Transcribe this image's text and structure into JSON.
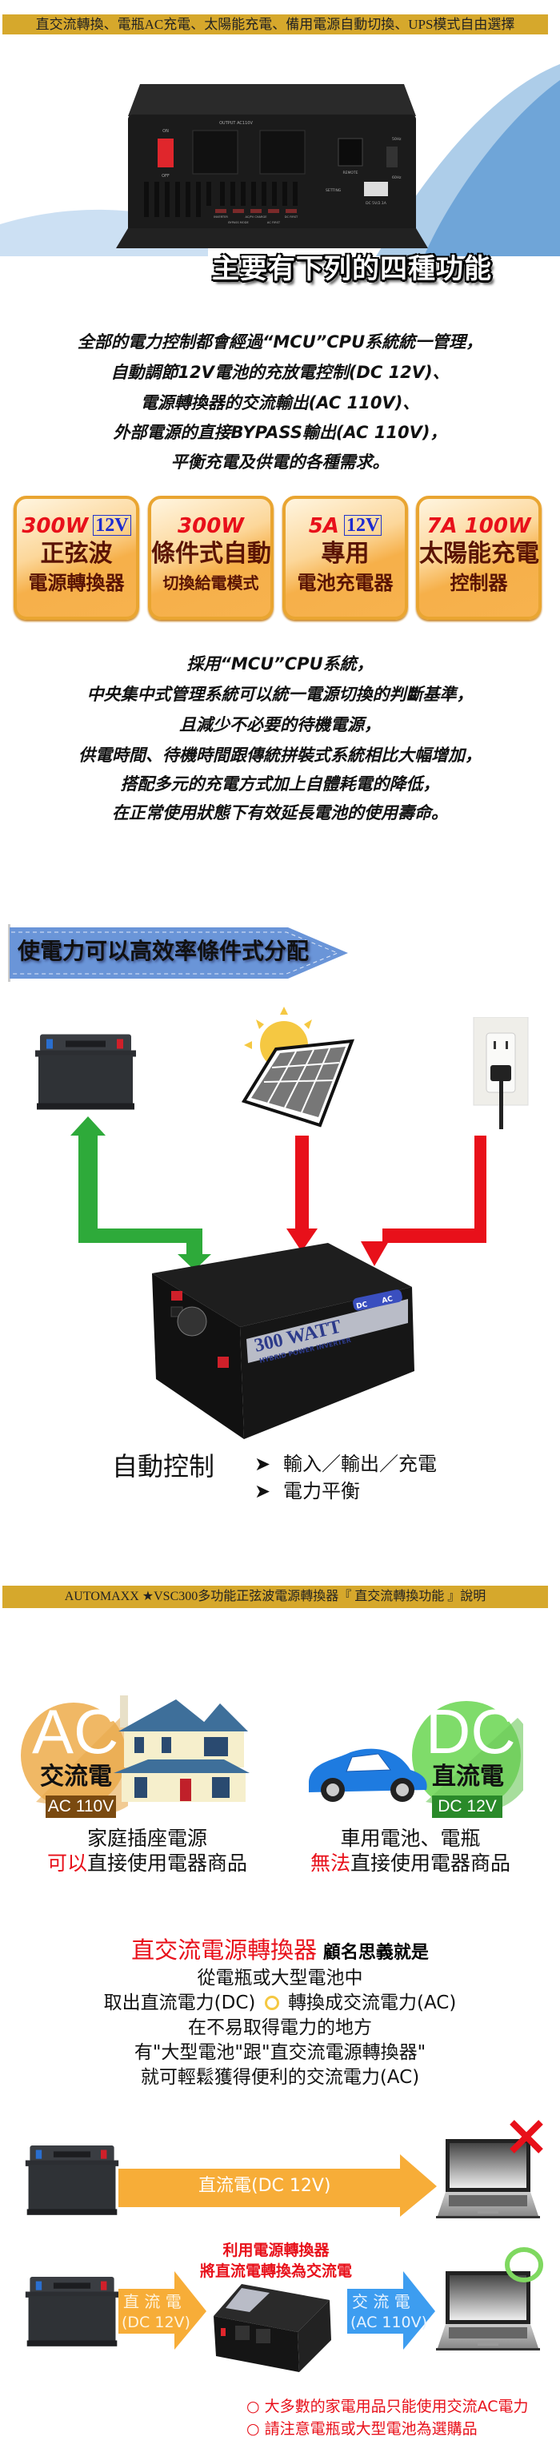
{
  "top_banner": "直交流轉換、電瓶AC充電、太陽能充電、備用電源自動切換、UPS模式自由選擇",
  "hero": {
    "title": "主要有下列的四種功能",
    "device_labels": {
      "output": "OUTPUT AC110V",
      "on": "ON",
      "off": "OFF",
      "remote": "REMOTE",
      "setting": "SETTING",
      "usb": "DC 5V/2.1A",
      "hz50": "50Hz",
      "hz60": "60Hz",
      "leds": [
        "INVERTER",
        "BYPASS MODE",
        "AC/PV CHARGE",
        "AC FIRST",
        "DC FIRST"
      ]
    }
  },
  "intro_lines": [
    "全部的電力控制都會經過“MCU”CPU系統統一管理，",
    "自動調節12V電池的充放電控制(DC 12V)、",
    "電源轉換器的交流輸出(AC 110V)、",
    "外部電源的直接BYPASS輸出(AC 110V)，",
    "平衡充電及供電的各種需求。"
  ],
  "feature_boxes": [
    {
      "spec": "300W",
      "volt": "12V",
      "line1": "正弦波",
      "line2": "電源轉換器"
    },
    {
      "spec": "300W",
      "volt": "",
      "line1": "條件式自動",
      "line2": "切換給電模式"
    },
    {
      "spec": "5A",
      "volt": "12V",
      "line1": "專用",
      "line2": "電池充電器"
    },
    {
      "spec": "7A 100W",
      "volt": "",
      "line1": "太陽能充電",
      "line2": "控制器"
    }
  ],
  "mcu_lines": [
    "採用“MCU”CPU系統，",
    "中央集中式管理系統可以統一電源切換的判斷基準，",
    "且減少不必要的待機電源，",
    "供電時間、待機時間跟傳統拼裝式系統相比大幅增加，",
    "搭配多元的充電方式加上自體耗電的降低，",
    "在正常使用狀態下有效延長電池的使用壽命。"
  ],
  "distribution": {
    "ribbon": "使電力可以高效率條件式分配",
    "inverter_watt": "300 WATT",
    "inverter_sub": "HYBRID POWER INVERTER",
    "badge_dc": "DC",
    "badge_ac": "AC",
    "auto_label": "自動控制",
    "bullet_arrow": "➤",
    "bullets": [
      "輸入／輸出／充電",
      "電力平衡"
    ],
    "colors": {
      "charge": "#2eaa3a",
      "input": "#e8101a"
    }
  },
  "section2": {
    "banner": "AUTOMAXX ★VSC300多功能正弦波電源轉換器『 直交流轉換功能 』說明",
    "ac": {
      "big": "AC",
      "label": "交流電",
      "volt": "AC 110V",
      "line1": "家庭插座電源",
      "line2_red": "可以",
      "line2_rest": "直接使用電器商品",
      "color": "#f0b865",
      "tag_color": "#7a4a10"
    },
    "dc": {
      "big": "DC",
      "label": "直流電",
      "volt": "DC 12V",
      "line1": "車用電池、電瓶",
      "line2_red": "無法",
      "line2_rest": "直接使用電器商品",
      "color": "#7fdc6a",
      "tag_color": "#2a8a2a"
    },
    "explain": {
      "title_red": "直交流電源轉換器",
      "title_rest": " 顧名思義就是",
      "line2": "從電瓶或大型電池中",
      "line3_a": "取出直流電力(DC)",
      "line3_b": "轉換成交流電力(AC)",
      "line4": "在不易取得電力的地方",
      "line5": "有\"大型電池\"跟\"直交流電源轉換器\"",
      "line6": "就可輕鬆獲得便利的交流電力(AC)"
    },
    "row1": {
      "arrow_text": "直流電(DC 12V)",
      "result": "x"
    },
    "row2": {
      "caption": [
        "利用電源轉換器",
        "將直流電轉換為交流電"
      ],
      "dc_text": [
        "直 流 電",
        "(DC 12V)"
      ],
      "ac_text": [
        "交 流 電",
        "(AC 110V)"
      ],
      "result": "ok"
    },
    "notes": [
      "○ 大多數的家電用品只能使用交流AC電力",
      "○ 請注意電瓶或大型電池為選購品"
    ]
  }
}
